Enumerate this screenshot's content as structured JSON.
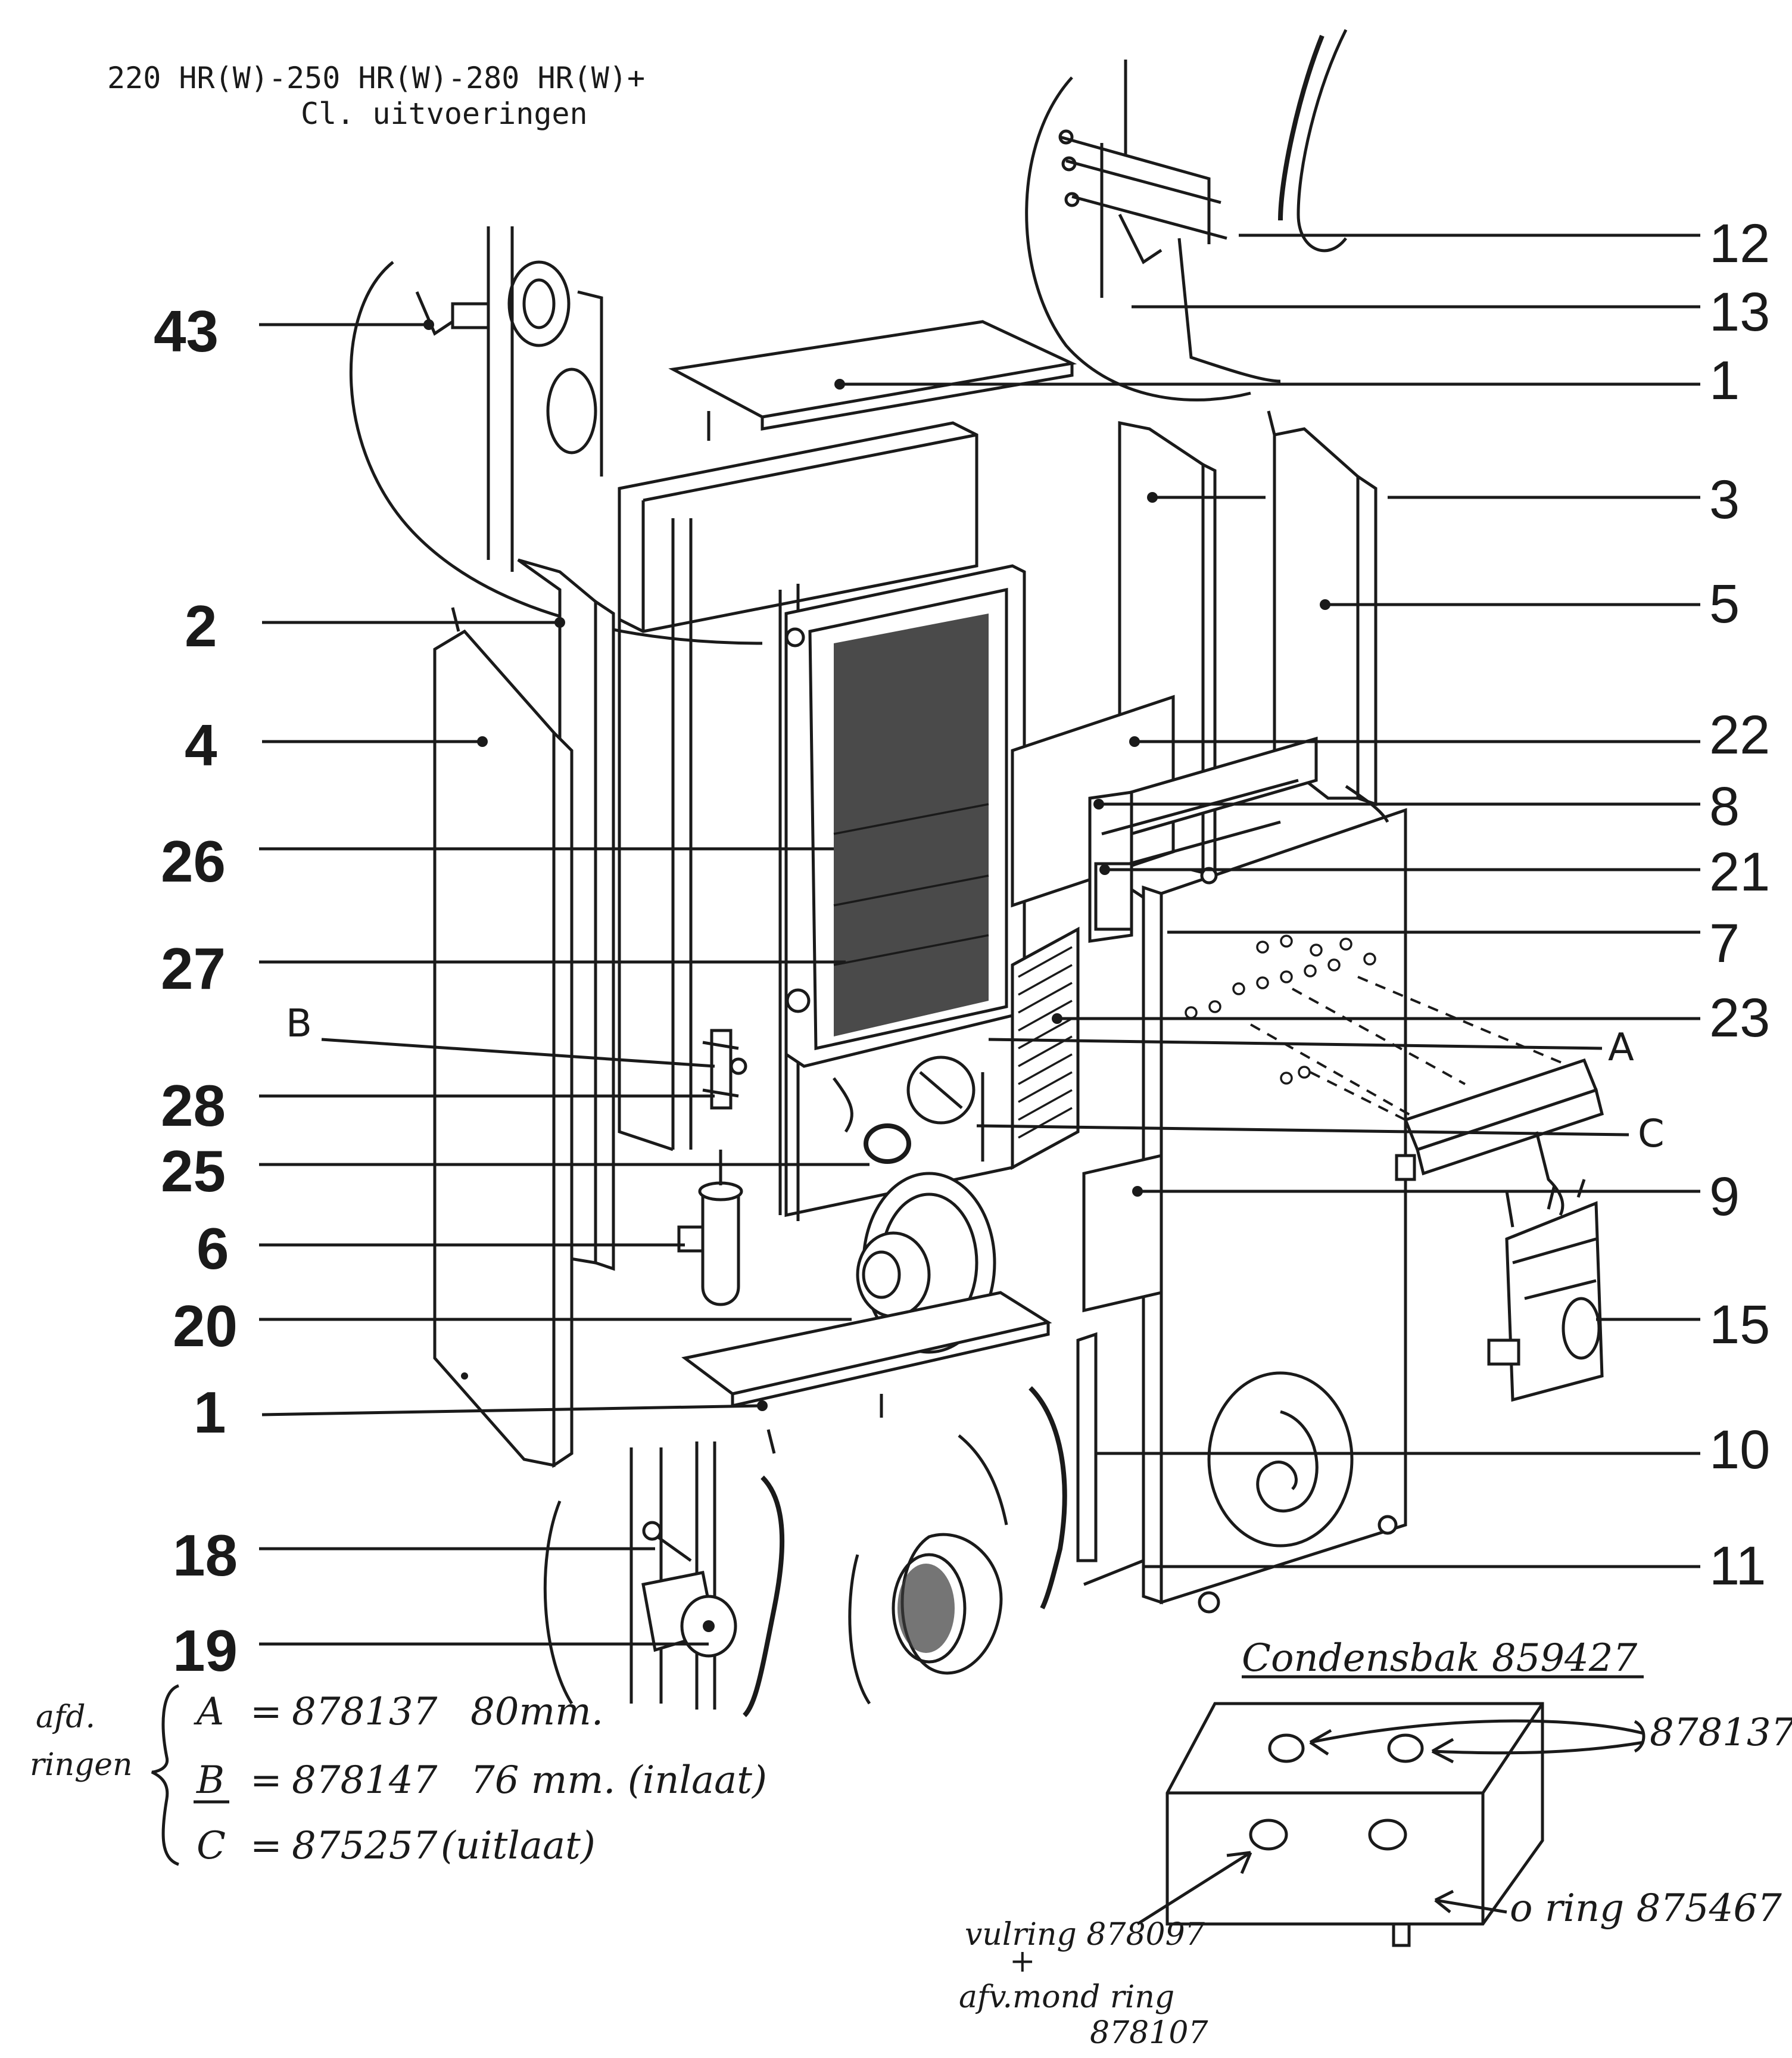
{
  "title": {
    "line1": "220 HR(W)-250 HR(W)-280 HR(W)+",
    "line2": "Cl. uitvoeringen"
  },
  "callouts_left": [
    {
      "label": "43"
    },
    {
      "label": "2"
    },
    {
      "label": "4"
    },
    {
      "label": "26"
    },
    {
      "label": "27"
    },
    {
      "label": "B"
    },
    {
      "label": "28"
    },
    {
      "label": "25"
    },
    {
      "label": "6"
    },
    {
      "label": "20"
    },
    {
      "label": "1"
    },
    {
      "label": "18"
    },
    {
      "label": "19"
    }
  ],
  "callouts_right": [
    {
      "label": "12"
    },
    {
      "label": "13"
    },
    {
      "label": "1"
    },
    {
      "label": "3"
    },
    {
      "label": "5"
    },
    {
      "label": "22"
    },
    {
      "label": "8"
    },
    {
      "label": "21"
    },
    {
      "label": "7"
    },
    {
      "label": "23"
    },
    {
      "label": "A"
    },
    {
      "label": "C"
    },
    {
      "label": "9"
    },
    {
      "label": "15"
    },
    {
      "label": "10"
    },
    {
      "label": "11"
    }
  ],
  "rings_note": {
    "group_label_1": "afd.",
    "group_label_2": "ringen",
    "rows": [
      {
        "key": "A",
        "eq": "=",
        "code": "878137",
        "desc": "80mm."
      },
      {
        "key": "B",
        "eq": "=",
        "code": "878147",
        "desc": "76 mm. (inlaat)"
      },
      {
        "key": "C",
        "eq": "=",
        "code": "875257",
        "desc": "(uitlaat)"
      }
    ]
  },
  "condensbak": {
    "title": "Condensbak 859427",
    "ref_878137": "878137",
    "oring": "o ring 875467",
    "vulring": "vulring 878097",
    "plus": "+",
    "afvoer": "afv.mond ring",
    "afvoer_code": "878107"
  }
}
